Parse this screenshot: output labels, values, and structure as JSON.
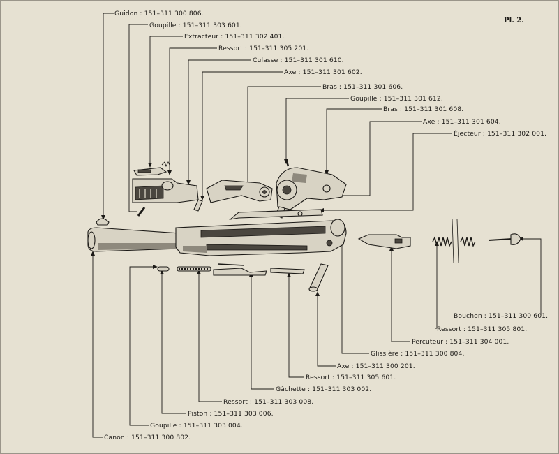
{
  "plate": {
    "number": "Pl. 2."
  },
  "labels": {
    "guidon": "Guidon : 151–311 300 806.",
    "goupille_top": "Goupille : 151–311 303 601.",
    "extracteur": "Extracteur : 151–311 302 401.",
    "ressort_top": "Ressort : 151–311 305 201.",
    "culasse": "Culasse : 151–311 301 610.",
    "axe_top": "Axe : 151–311 301 602.",
    "bras_1": "Bras : 151–311 301 606.",
    "goupille_mid": "Goupille : 151–311 301 612.",
    "bras_2": "Bras : 151–311 301 608.",
    "axe_mid": "Axe : 151–311 301 604.",
    "ejecteur": "Éjecteur : 151–311 302 001.",
    "bouchon": "Bouchon : 151–311 300 601.",
    "ressort_right": "Ressort : 151–311 305 801.",
    "percuteur": "Percuteur : 151–311 304 001.",
    "glissiere": "Glissière : 151–311 300 804.",
    "axe_bottom": "Axe : 151–311 300 201.",
    "ressort_bottom": "Ressort : 151–311 305 601.",
    "gachette": "Gâchette : 151–311 303 002.",
    "ressort_low": "Ressort : 151–311 303 008.",
    "piston": "Piston : 151–311 303 006.",
    "goupille_bottom": "Goupille : 151–311 303 004.",
    "canon": "Canon : 151–311 300 802."
  }
}
